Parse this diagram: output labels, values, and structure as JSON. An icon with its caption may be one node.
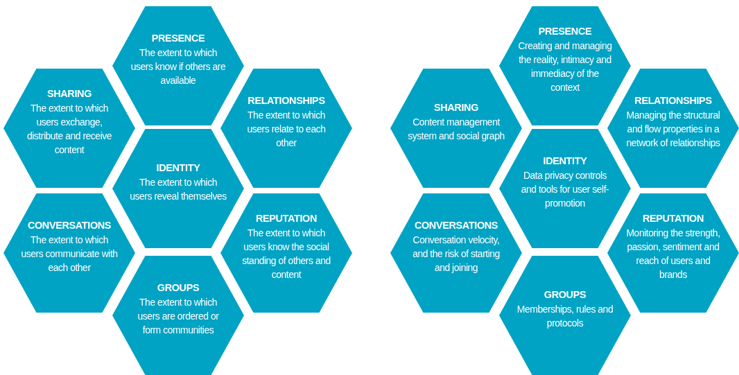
{
  "diagram": {
    "nodes": [
      {
        "text": [
          "PRESENCE",
          "The extent to which users know if others are available"
        ]
      },
      {
        "text": [
          "SHARING",
          "The extent to which users exchange, distribute and receive content"
        ]
      },
      {
        "text": [
          "RELATIONSHIPS",
          "The extent to which users relate to each other"
        ]
      },
      {
        "text": [
          "IDENTITY",
          "The extent to which users reveal themselves"
        ]
      },
      {
        "text": [
          "CONVERSATIONS",
          "The extent to which users communicate with each other"
        ]
      },
      {
        "text": [
          "REPUTATION",
          "The extent to which users know the social standing of others and content"
        ]
      },
      {
        "text": [
          "GROUPS",
          "The extent to which users are ordered or form communities"
        ]
      },
      {
        "text": [
          "PRESENCE",
          "Creating and managing the reality, intimacy and immediacy of the context"
        ]
      },
      {
        "text": [
          "SHARING",
          "Content management system and social graph"
        ]
      },
      {
        "text": [
          "RELATIONSHIPS",
          "Managing the structural and flow properties in a network of relationships"
        ]
      },
      {
        "text": [
          "IDENTITY",
          "Data privacy controls and tools for user self-promotion"
        ]
      },
      {
        "text": [
          "CONVERSATIONS",
          "Conversation velocity, and the risk of starting and joining"
        ]
      },
      {
        "text": [
          "REPUTATION",
          "Monitoring the strength, passion, sentiment and reach of users and brands"
        ]
      },
      {
        "text": [
          "GROUPS",
          "Memberships, rules and protocols"
        ]
      }
    ]
  }
}
